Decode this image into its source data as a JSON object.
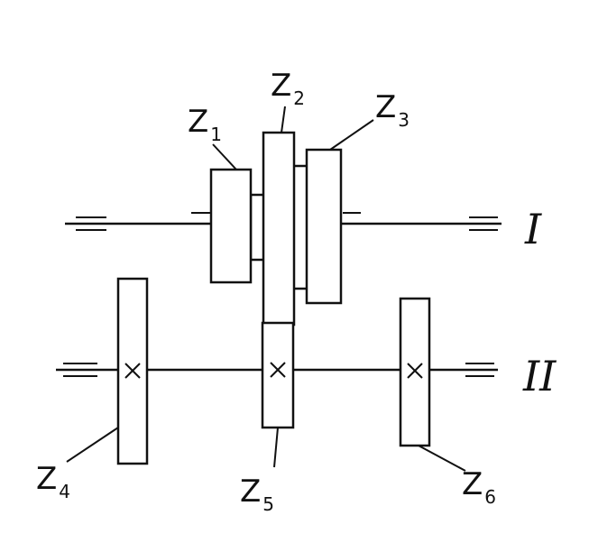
{
  "gears": [
    {
      "id": "z1",
      "letter": "Z",
      "sub": "1"
    },
    {
      "id": "z2",
      "letter": "Z",
      "sub": "2"
    },
    {
      "id": "z3",
      "letter": "Z",
      "sub": "3"
    },
    {
      "id": "z4",
      "letter": "Z",
      "sub": "4"
    },
    {
      "id": "z5",
      "letter": "Z",
      "sub": "5"
    },
    {
      "id": "z6",
      "letter": "Z",
      "sub": "6"
    }
  ],
  "shafts": [
    {
      "id": "shaft-1",
      "label": "I"
    },
    {
      "id": "shaft-2",
      "label": "II"
    }
  ]
}
